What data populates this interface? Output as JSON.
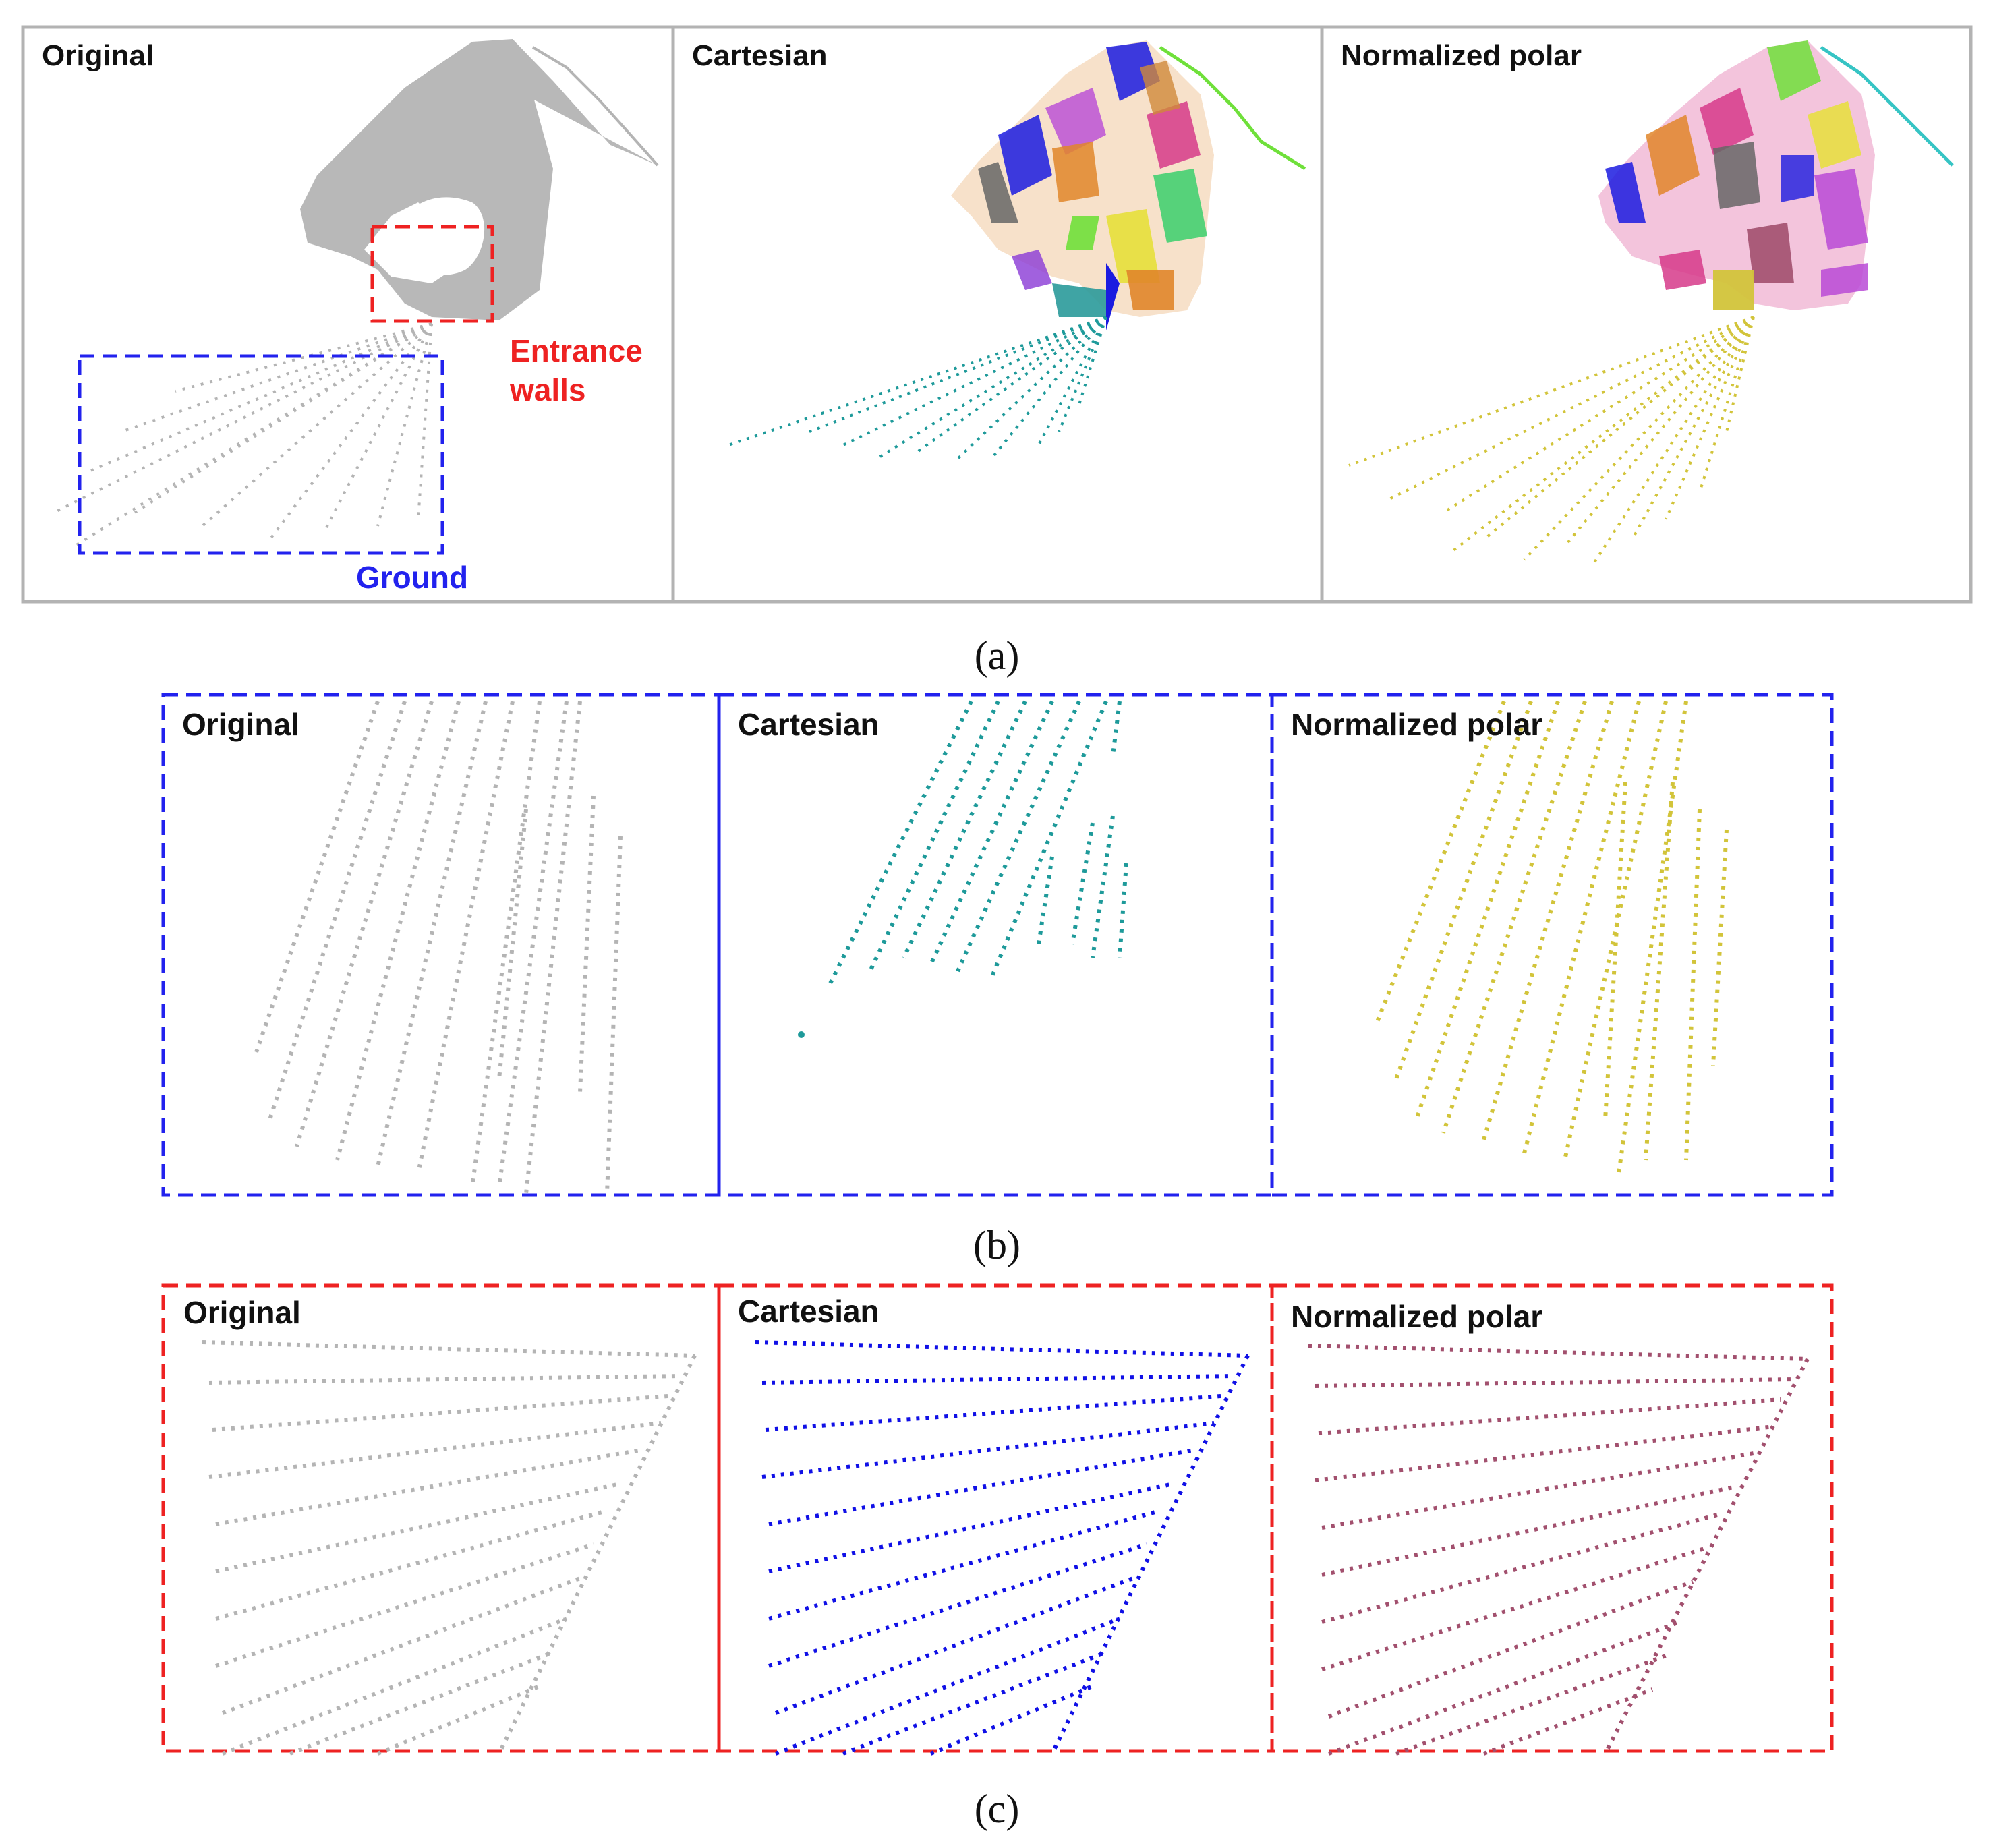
{
  "figure": {
    "colors": {
      "frame": "#b3b3b3",
      "gray_points": "#b4b4b4",
      "cartesian_ground": "#1e9a9a",
      "polar_ground": "#d2c43a",
      "blue_box": "#2222ee",
      "red_box": "#ee2222",
      "cartesian_walls": "#1010e6",
      "polar_walls": "#a2506e",
      "segment_palette": [
        "#1b1be0",
        "#e0862a",
        "#6fe03a",
        "#2a9a9a",
        "#d63a8a",
        "#b84ad6",
        "#e6e03a",
        "#666666",
        "#36c4c4",
        "#3acf6c",
        "#8a3ad6",
        "#cf8a3a"
      ]
    },
    "panel_a": {
      "caption": "(a)",
      "sub": [
        {
          "title": "Original"
        },
        {
          "title": "Cartesian"
        },
        {
          "title": "Normalized polar"
        }
      ],
      "annotation_entrance_line1": "Entrance",
      "annotation_entrance_line2": "walls",
      "annotation_ground": "Ground"
    },
    "panel_b": {
      "caption": "(b)",
      "sub": [
        {
          "title": "Original"
        },
        {
          "title": "Cartesian"
        },
        {
          "title": "Normalized polar"
        }
      ]
    },
    "panel_c": {
      "caption": "(c)",
      "sub": [
        {
          "title": "Original"
        },
        {
          "title": "Cartesian"
        },
        {
          "title": "Normalized polar"
        }
      ]
    }
  }
}
